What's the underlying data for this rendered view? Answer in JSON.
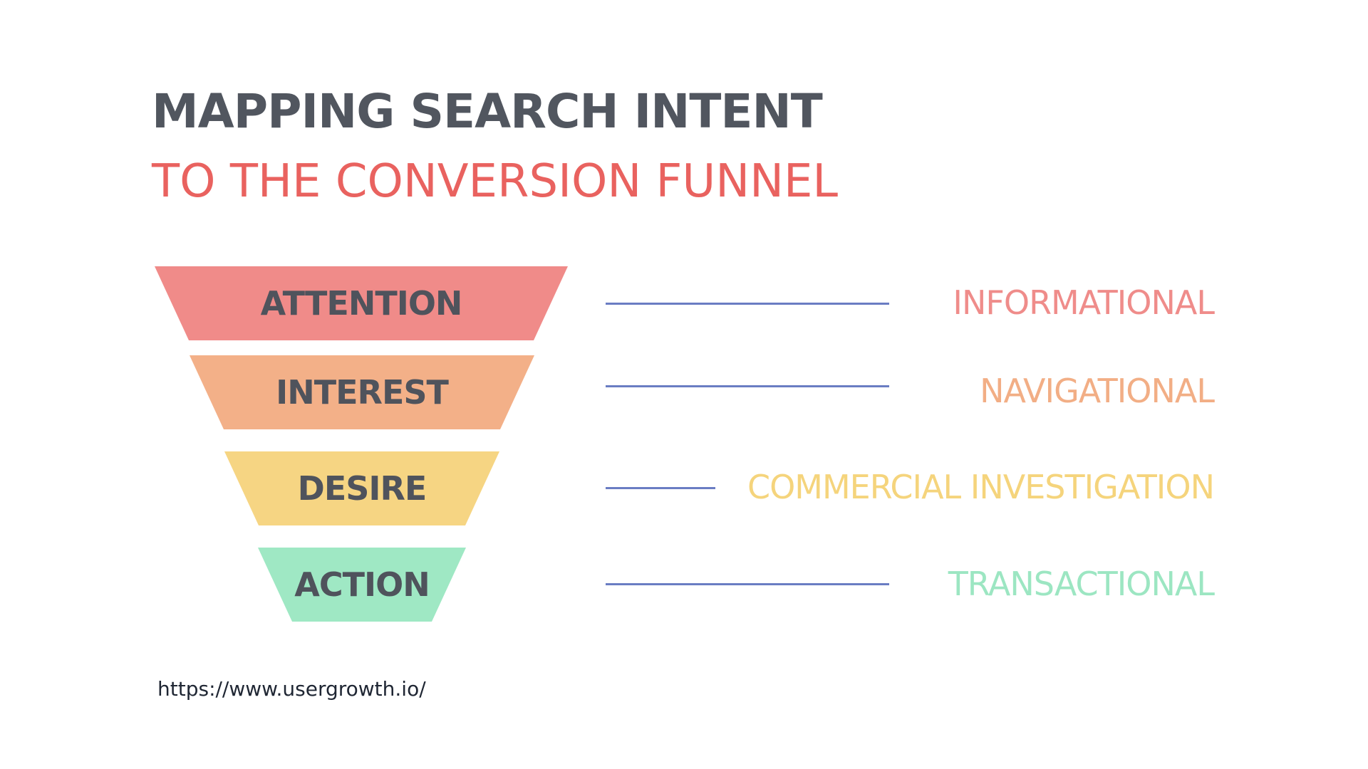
{
  "header": {
    "title": "MAPPING SEARCH INTENT",
    "subtitle": "TO THE CONVERSION FUNNEL"
  },
  "funnel": {
    "stages": [
      {
        "label": "ATTENTION",
        "color": "#f08b89"
      },
      {
        "label": "INTEREST",
        "color": "#f3b088"
      },
      {
        "label": "DESIRE",
        "color": "#f6d583"
      },
      {
        "label": "ACTION",
        "color": "#9fe8c4"
      }
    ]
  },
  "intents": {
    "items": [
      {
        "label": "INFORMATIONAL",
        "color": "#ef8c8a"
      },
      {
        "label": "NAVIGATIONAL",
        "color": "#f2ae85"
      },
      {
        "label": "COMMERCIAL INVESTIGATION",
        "color": "#f5d47c"
      },
      {
        "label": "TRANSACTIONAL",
        "color": "#9ce6c2"
      }
    ],
    "connector_color": "#6a7dc3"
  },
  "footer": {
    "source": "https://www.usergrowth.io/"
  }
}
